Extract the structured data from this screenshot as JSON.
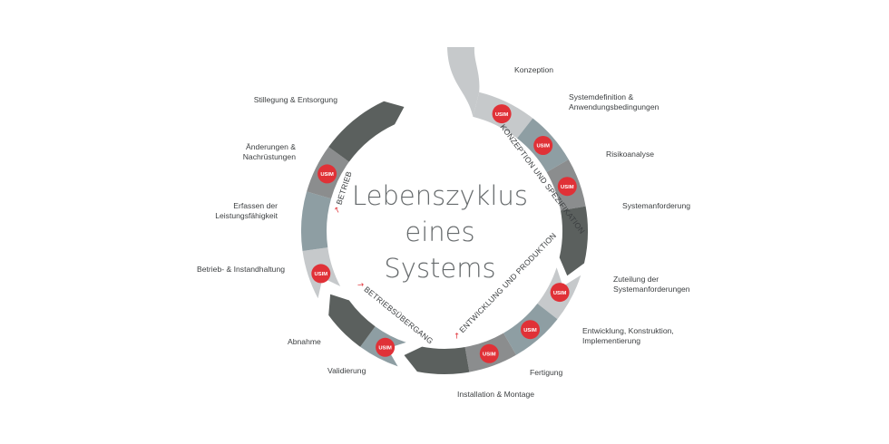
{
  "diagram": {
    "title_lines": [
      "Lebenszyklus",
      "eines",
      "Systems"
    ],
    "badge_text": "USIM",
    "phases": {
      "konzeption": "KONZEPTION UND SPEZIFIKATION",
      "entwicklung": "ENTWICKLUNG UND PRODUKTION",
      "uebergang": "BETRIEBSÜBERGANG",
      "betrieb": "BETRIEB"
    },
    "steps": {
      "konzeption": "Konzeption",
      "systemdefinition": "Systemdefinition &\nAnwendungsbedingungen",
      "risikoanalyse": "Risikoanalyse",
      "systemanforderung": "Systemanforderung",
      "zuteilung": "Zuteilung der\nSystemanforderungen",
      "entwicklung": "Entwicklung, Konstruktion,\nImplementierung",
      "fertigung": "Fertigung",
      "installation": "Installation & Montage",
      "validierung": "Validierung",
      "abnahme": "Abnahme",
      "betrieb_instandhaltung": "Betrieb- & Instandhaltung",
      "leistungsfaehigkeit": "Erfassen der\nLeistungsfähigkeit",
      "aenderungen": "Änderungen &\nNachrüstungen",
      "stilllegung": "Stillegung & Entsorgung"
    },
    "colors": {
      "light": "#c6c9cb",
      "mid_blue": "#8e9ea3",
      "mid": "#8b8d8e",
      "dark": "#5b605e",
      "accent": "#e03137",
      "text": "#3c3f41"
    }
  }
}
